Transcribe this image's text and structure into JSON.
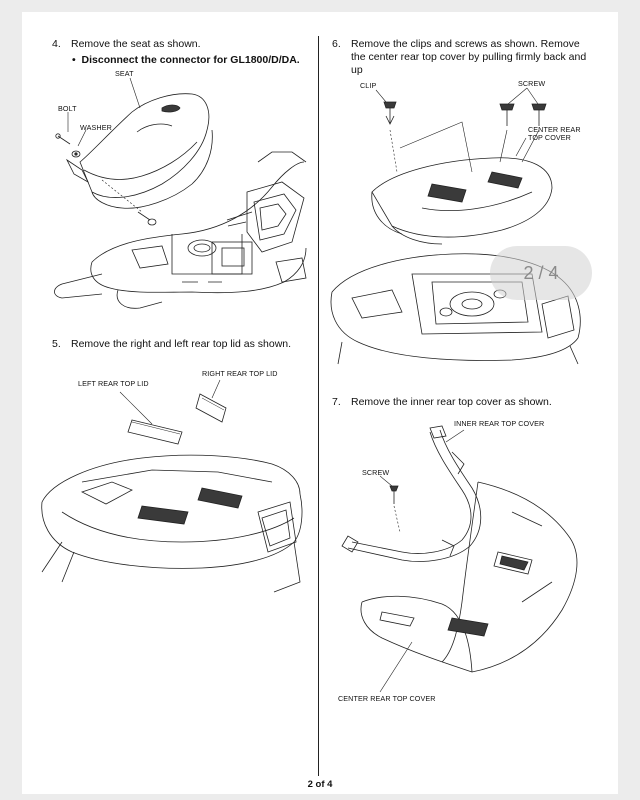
{
  "steps": [
    {
      "num": "4.",
      "text": "Remove the seat as shown.",
      "bullet": "Disconnect the connector for GL1800/D/DA."
    },
    {
      "num": "5.",
      "text": "Remove the right and left rear top lid as shown."
    },
    {
      "num": "6.",
      "text_line1": "Remove the clips and screws as shown. Remove",
      "text_line2": "the center rear top cover by pulling firmly back and",
      "text_line3": "up"
    },
    {
      "num": "7.",
      "text": "Remove the inner rear top cover as shown."
    }
  ],
  "labels": {
    "seat": "SEAT",
    "bolt": "BOLT",
    "washer": "WASHER",
    "left_rear_top_lid": "LEFT REAR TOP LID",
    "right_rear_top_lid": "RIGHT REAR TOP LID",
    "clip": "CLIP",
    "screw_6": "SCREW",
    "center_rear_top_cover_1": "CENTER REAR",
    "center_rear_top_cover_2": "TOP COVER",
    "inner_rear_top_cover": "INNER REAR TOP COVER",
    "screw_7": "SCREW",
    "center_rear_top_cover_7": "CENTER REAR TOP COVER"
  },
  "page_indicator": "2 / 4",
  "footer": "2 of 4"
}
